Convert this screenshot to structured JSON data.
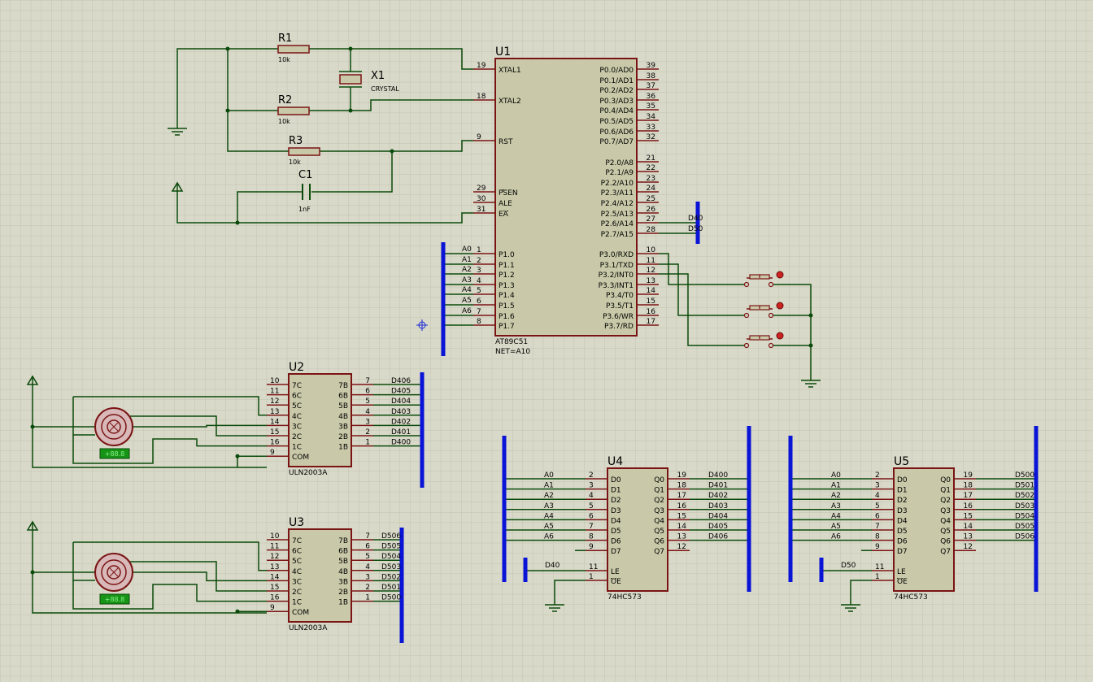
{
  "colors": {
    "background": "#d9d9c9",
    "grid": "#c2c2b0",
    "grid_major": "#b5b5a3",
    "wire": "#0a4a0a",
    "body_fill": "#c9c9a9",
    "body_stroke": "#7a1414",
    "bus": "#0a14d6",
    "text": "#000000",
    "motor_fill": "#d8b8b8",
    "motor_label_fill": "#169416",
    "probe": "#cc2222"
  },
  "u1": {
    "ref": "U1",
    "part": "AT89C51",
    "net": "NET=A10",
    "pins_left": [
      {
        "num": "19",
        "name": "XTAL1"
      },
      {
        "num": "18",
        "name": "XTAL2"
      },
      {
        "num": "9",
        "name": "RST"
      },
      {
        "num": "29",
        "name": "PSEN"
      },
      {
        "num": "30",
        "name": "ALE"
      },
      {
        "num": "31",
        "name": "EA"
      },
      {
        "num": "1",
        "name": "P1.0"
      },
      {
        "num": "2",
        "name": "P1.1"
      },
      {
        "num": "3",
        "name": "P1.2"
      },
      {
        "num": "4",
        "name": "P1.3"
      },
      {
        "num": "5",
        "name": "P1.4"
      },
      {
        "num": "6",
        "name": "P1.5"
      },
      {
        "num": "7",
        "name": "P1.6"
      },
      {
        "num": "8",
        "name": "P1.7"
      }
    ],
    "pins_right": [
      {
        "num": "39",
        "name": "P0.0/AD0"
      },
      {
        "num": "38",
        "name": "P0.1/AD1"
      },
      {
        "num": "37",
        "name": "P0.2/AD2"
      },
      {
        "num": "36",
        "name": "P0.3/AD3"
      },
      {
        "num": "35",
        "name": "P0.4/AD4"
      },
      {
        "num": "34",
        "name": "P0.5/AD5"
      },
      {
        "num": "33",
        "name": "P0.6/AD6"
      },
      {
        "num": "32",
        "name": "P0.7/AD7"
      },
      {
        "num": "21",
        "name": "P2.0/A8"
      },
      {
        "num": "22",
        "name": "P2.1/A9"
      },
      {
        "num": "23",
        "name": "P2.2/A10"
      },
      {
        "num": "24",
        "name": "P2.3/A11"
      },
      {
        "num": "25",
        "name": "P2.4/A12"
      },
      {
        "num": "26",
        "name": "P2.5/A13"
      },
      {
        "num": "27",
        "name": "P2.6/A14"
      },
      {
        "num": "28",
        "name": "P2.7/A15"
      },
      {
        "num": "10",
        "name": "P3.0/RXD"
      },
      {
        "num": "11",
        "name": "P3.1/TXD"
      },
      {
        "num": "12",
        "name": "P3.2/INT0"
      },
      {
        "num": "13",
        "name": "P3.3/INT1"
      },
      {
        "num": "14",
        "name": "P3.4/T0"
      },
      {
        "num": "15",
        "name": "P3.5/T1"
      },
      {
        "num": "16",
        "name": "P3.6/WR"
      },
      {
        "num": "17",
        "name": "P3.7/RD"
      }
    ],
    "net_labels_left": [
      "A0",
      "A1",
      "A2",
      "A3",
      "A4",
      "A5",
      "A6"
    ],
    "net_labels_right": [
      "D40",
      "D50"
    ]
  },
  "passives": {
    "r1": {
      "ref": "R1",
      "value": "10k"
    },
    "r2": {
      "ref": "R2",
      "value": "10k"
    },
    "r3": {
      "ref": "R3",
      "value": "10k"
    },
    "c1": {
      "ref": "C1",
      "value": "1nF"
    },
    "x1": {
      "ref": "X1",
      "value": "CRYSTAL"
    }
  },
  "u2": {
    "ref": "U2",
    "part": "ULN2003A",
    "pins_left": [
      {
        "num": "10",
        "name": "7C"
      },
      {
        "num": "11",
        "name": "6C"
      },
      {
        "num": "12",
        "name": "5C"
      },
      {
        "num": "13",
        "name": "4C"
      },
      {
        "num": "14",
        "name": "3C"
      },
      {
        "num": "15",
        "name": "2C"
      },
      {
        "num": "16",
        "name": "1C"
      },
      {
        "num": "9",
        "name": "COM"
      }
    ],
    "pins_right": [
      {
        "num": "7",
        "name": "7B"
      },
      {
        "num": "6",
        "name": "6B"
      },
      {
        "num": "5",
        "name": "5B"
      },
      {
        "num": "4",
        "name": "4B"
      },
      {
        "num": "3",
        "name": "3B"
      },
      {
        "num": "2",
        "name": "2B"
      },
      {
        "num": "1",
        "name": "1B"
      }
    ],
    "net_labels": [
      "D406",
      "D405",
      "D404",
      "D403",
      "D402",
      "D401",
      "D400"
    ],
    "motor_label": "+88.8"
  },
  "u3": {
    "ref": "U3",
    "part": "ULN2003A",
    "pins_left": [
      {
        "num": "10",
        "name": "7C"
      },
      {
        "num": "11",
        "name": "6C"
      },
      {
        "num": "12",
        "name": "5C"
      },
      {
        "num": "13",
        "name": "4C"
      },
      {
        "num": "14",
        "name": "3C"
      },
      {
        "num": "15",
        "name": "2C"
      },
      {
        "num": "16",
        "name": "1C"
      },
      {
        "num": "9",
        "name": "COM"
      }
    ],
    "pins_right": [
      {
        "num": "7",
        "name": "7B"
      },
      {
        "num": "6",
        "name": "6B"
      },
      {
        "num": "5",
        "name": "5B"
      },
      {
        "num": "4",
        "name": "4B"
      },
      {
        "num": "3",
        "name": "3B"
      },
      {
        "num": "2",
        "name": "2B"
      },
      {
        "num": "1",
        "name": "1B"
      }
    ],
    "net_labels": [
      "D506",
      "D505",
      "D504",
      "D503",
      "D502",
      "D501",
      "D500"
    ],
    "motor_label": "+88.8"
  },
  "u4": {
    "ref": "U4",
    "part": "74HC573",
    "pins_left": [
      {
        "num": "2",
        "name": "D0"
      },
      {
        "num": "3",
        "name": "D1"
      },
      {
        "num": "4",
        "name": "D2"
      },
      {
        "num": "5",
        "name": "D3"
      },
      {
        "num": "6",
        "name": "D4"
      },
      {
        "num": "7",
        "name": "D5"
      },
      {
        "num": "8",
        "name": "D6"
      },
      {
        "num": "9",
        "name": "D7"
      },
      {
        "num": "11",
        "name": "LE"
      },
      {
        "num": "1",
        "name": "OE"
      }
    ],
    "pins_right": [
      {
        "num": "19",
        "name": "Q0"
      },
      {
        "num": "18",
        "name": "Q1"
      },
      {
        "num": "17",
        "name": "Q2"
      },
      {
        "num": "16",
        "name": "Q3"
      },
      {
        "num": "15",
        "name": "Q4"
      },
      {
        "num": "14",
        "name": "Q5"
      },
      {
        "num": "13",
        "name": "Q6"
      },
      {
        "num": "12",
        "name": "Q7"
      }
    ],
    "in_labels": [
      "A0",
      "A1",
      "A2",
      "A3",
      "A4",
      "A5",
      "A6"
    ],
    "out_labels": [
      "D400",
      "D401",
      "D402",
      "D403",
      "D404",
      "D405",
      "D406"
    ],
    "le_label": "D40"
  },
  "u5": {
    "ref": "U5",
    "part": "74HC573",
    "pins_left": [
      {
        "num": "2",
        "name": "D0"
      },
      {
        "num": "3",
        "name": "D1"
      },
      {
        "num": "4",
        "name": "D2"
      },
      {
        "num": "5",
        "name": "D3"
      },
      {
        "num": "6",
        "name": "D4"
      },
      {
        "num": "7",
        "name": "D5"
      },
      {
        "num": "8",
        "name": "D6"
      },
      {
        "num": "9",
        "name": "D7"
      },
      {
        "num": "11",
        "name": "LE"
      },
      {
        "num": "1",
        "name": "OE"
      }
    ],
    "pins_right": [
      {
        "num": "19",
        "name": "Q0"
      },
      {
        "num": "18",
        "name": "Q1"
      },
      {
        "num": "17",
        "name": "Q2"
      },
      {
        "num": "16",
        "name": "Q3"
      },
      {
        "num": "15",
        "name": "Q4"
      },
      {
        "num": "14",
        "name": "Q5"
      },
      {
        "num": "13",
        "name": "Q6"
      },
      {
        "num": "12",
        "name": "Q7"
      }
    ],
    "in_labels": [
      "A0",
      "A1",
      "A2",
      "A3",
      "A4",
      "A5",
      "A6"
    ],
    "out_labels": [
      "D500",
      "D501",
      "D502",
      "D503",
      "D504",
      "D505",
      "D506"
    ],
    "le_label": "D50"
  }
}
